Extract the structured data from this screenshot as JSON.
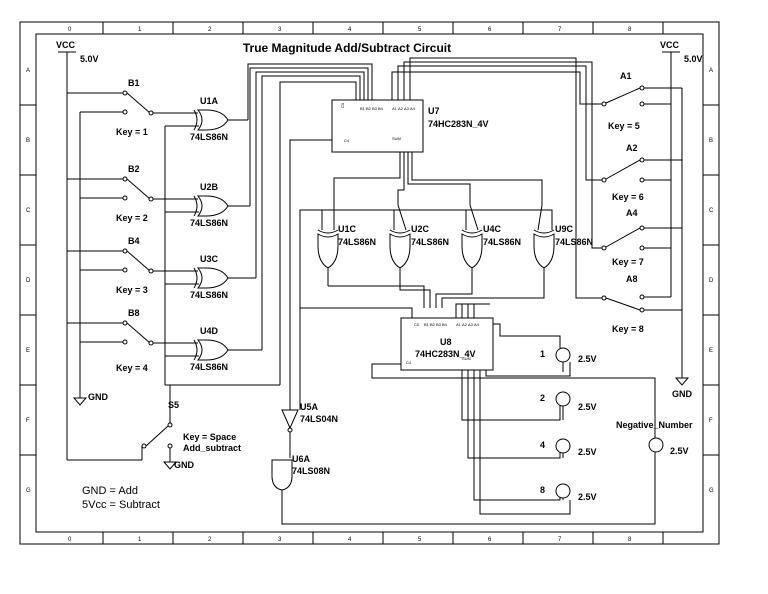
{
  "title": "True Magnitude Add/Subtract Circuit",
  "border": {
    "columns": [
      "0",
      "1",
      "2",
      "3",
      "4",
      "5",
      "6",
      "7",
      "8"
    ],
    "rows": [
      "A",
      "B",
      "C",
      "D",
      "E",
      "F",
      "G"
    ]
  },
  "power": {
    "vcc_label": "VCC",
    "vcc_left_value": "5.0V",
    "vcc_right_value": "5.0V",
    "gnd_label": "GND"
  },
  "switches": {
    "b1": {
      "name": "B1",
      "key": "Key = 1"
    },
    "b2": {
      "name": "B2",
      "key": "Key = 2"
    },
    "b4": {
      "name": "B4",
      "key": "Key = 3"
    },
    "b8": {
      "name": "B8",
      "key": "Key = 4"
    },
    "a1": {
      "name": "A1",
      "key": "Key = 5"
    },
    "a2": {
      "name": "A2",
      "key": "Key = 6"
    },
    "a4": {
      "name": "A4",
      "key": "Key = 7"
    },
    "a8": {
      "name": "A8",
      "key": "Key = 8"
    },
    "s5": {
      "name": "S5",
      "key": "Key = Space",
      "extra": "Add_subtract"
    }
  },
  "gates": {
    "u1a": {
      "name": "U1A",
      "part": "74LS86N"
    },
    "u2b": {
      "name": "U2B",
      "part": "74LS86N"
    },
    "u3c": {
      "name": "U3C",
      "part": "74LS86N"
    },
    "u4d": {
      "name": "U4D",
      "part": "74LS86N"
    },
    "u1c": {
      "name": "U1C",
      "part": "74LS86N"
    },
    "u2c": {
      "name": "U2C",
      "part": "74LS86N"
    },
    "u4c": {
      "name": "U4C",
      "part": "74LS86N"
    },
    "u9c": {
      "name": "U9C",
      "part": "74LS86N"
    },
    "u5a": {
      "name": "U5A",
      "part": "74LS04N"
    },
    "u6a": {
      "name": "U6A",
      "part": "74LS08N"
    }
  },
  "adders": {
    "u7": {
      "name": "U7",
      "part": "74HC283N_4V"
    },
    "u8": {
      "name": "U8",
      "part": "74HC283N_4V"
    }
  },
  "probes": {
    "p1": {
      "name": "1",
      "value": "2.5V"
    },
    "p2": {
      "name": "2",
      "value": "2.5V"
    },
    "p4": {
      "name": "4",
      "value": "2.5V"
    },
    "p8": {
      "name": "8",
      "value": "2.5V"
    },
    "neg": {
      "name": "Negative_Number",
      "value": "2.5V"
    }
  },
  "notes": {
    "line1": "GND = Add",
    "line2": "5Vcc = Subtract"
  }
}
